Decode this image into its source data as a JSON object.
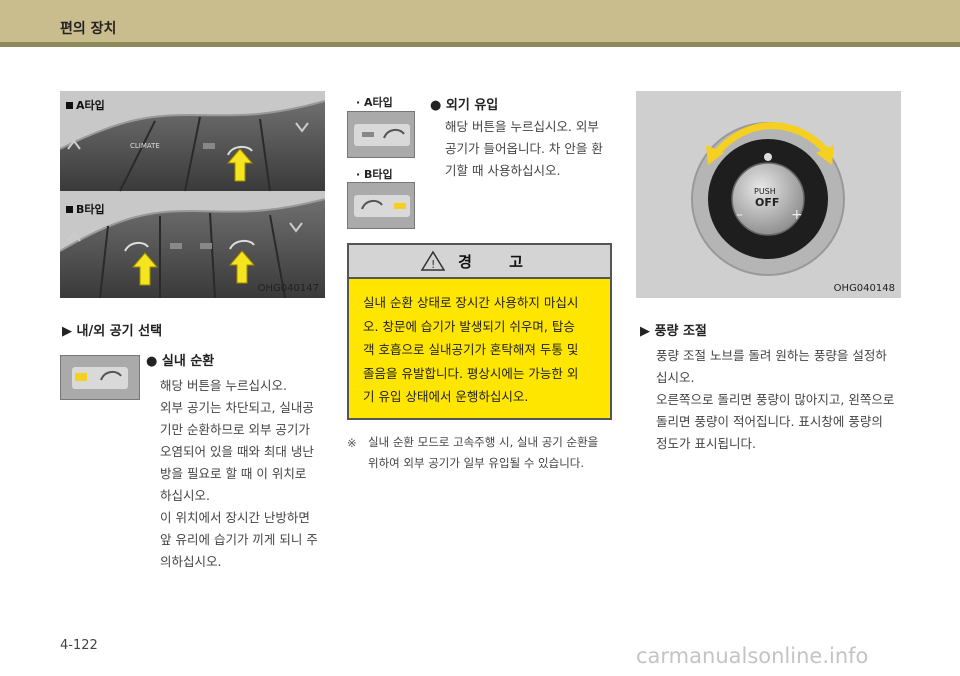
{
  "header": {
    "title": "편의 장치"
  },
  "left": {
    "panel": {
      "tag_a": "A타입",
      "tag_b": "B타입",
      "code": "OHG040147",
      "climate_label": "CLIMATE"
    },
    "section_title": "▶ 내/외 공기 선택",
    "recirc": {
      "title": "● 실내 순환",
      "lines": [
        "해당 버튼을 누르십시오.",
        "외부 공기는 차단되고, 실내공",
        "기만 순환하므로 외부 공기가",
        "오염되어 있을 때와 최대 냉난",
        "방을 필요로 할 때 이 위치로",
        "하십시오.",
        "이 위치에서 장시간 난방하면",
        "앞 유리에 습기가 끼게 되니 주",
        "의하십시오."
      ]
    }
  },
  "middle": {
    "type_a": "· A타입",
    "type_b": "· B타입",
    "fresh": {
      "title": "● 외기 유입",
      "lines": [
        "해당 버튼을 누르십시오. 외부",
        "공기가 들어옵니다. 차 안을 환",
        "기할 때 사용하십시오."
      ]
    },
    "warning": {
      "icon": "!",
      "title": "경 고",
      "lines": [
        "실내 순환 상태로 장시간 사용하지 마십시",
        "오. 창문에 습기가 발생되기 쉬우며, 탑승",
        "객 호흡으로 실내공기가 혼탁해져 두통 및",
        "졸음을 유발합니다. 평상시에는 가능한 외",
        "기 유입 상태에서 운행하십시오."
      ]
    },
    "note": {
      "mark": "※",
      "lines": [
        "실내 순환 모드로 고속주행 시, 실내 공기 순환을",
        "위하여 외부 공기가 일부 유입될 수 있습니다."
      ]
    }
  },
  "right": {
    "panel": {
      "code": "OHG040148",
      "knob_push": "PUSH",
      "knob_off": "OFF",
      "minus": "–",
      "plus": "+"
    },
    "section_title": "▶ 풍량 조절",
    "lines": [
      "풍량 조절 노브를 돌려 원하는 풍량을 설정하",
      "십시오.",
      "오른쪽으로 돌리면 풍량이 많아지고, 왼쪽으로",
      "돌리면 풍량이 적어집니다. 표시창에 풍량의",
      "정도가 표시됩니다."
    ]
  },
  "footer": {
    "page_number": "4-122",
    "watermark": "carmanualsonline.info"
  },
  "colors": {
    "header": "#c9bd8e",
    "header_line": "#8f8a5c",
    "warning_bg": "#ffe600",
    "indicator_on": "#f5d020",
    "arrow": "#f5e51e"
  }
}
